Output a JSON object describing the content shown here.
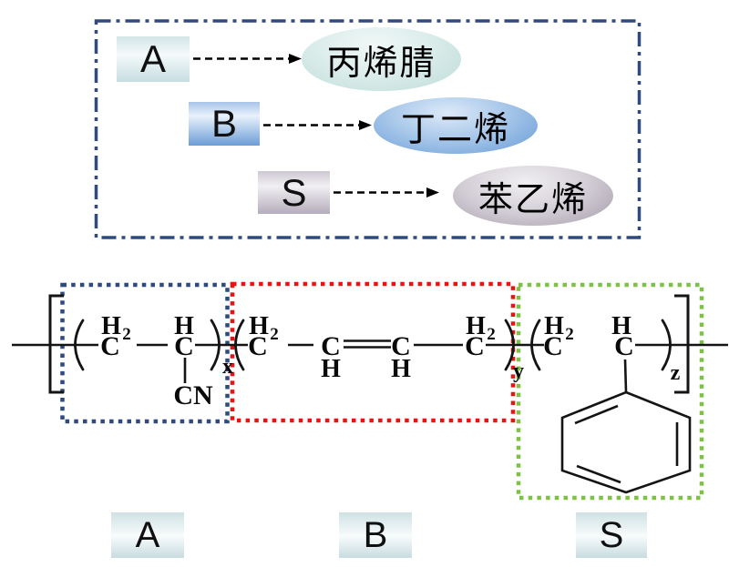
{
  "legend": {
    "border_color": "#2e4a7e",
    "items": [
      {
        "key": "A",
        "name": "丙烯腈"
      },
      {
        "key": "B",
        "name": "丁二烯"
      },
      {
        "key": "S",
        "name": "苯乙烯"
      }
    ]
  },
  "structure": {
    "unit_box_colors": {
      "acrylonitrile": "#2e4a7e",
      "butadiene": "#ee1111",
      "styrene": "#7dc242"
    },
    "atoms": {
      "c": "C",
      "h": "H",
      "sub2": "2",
      "cn": "CN"
    },
    "subscripts": {
      "x": "x",
      "y": "y",
      "z": "z"
    }
  },
  "bottom_labels": [
    "A",
    "B",
    "S"
  ]
}
